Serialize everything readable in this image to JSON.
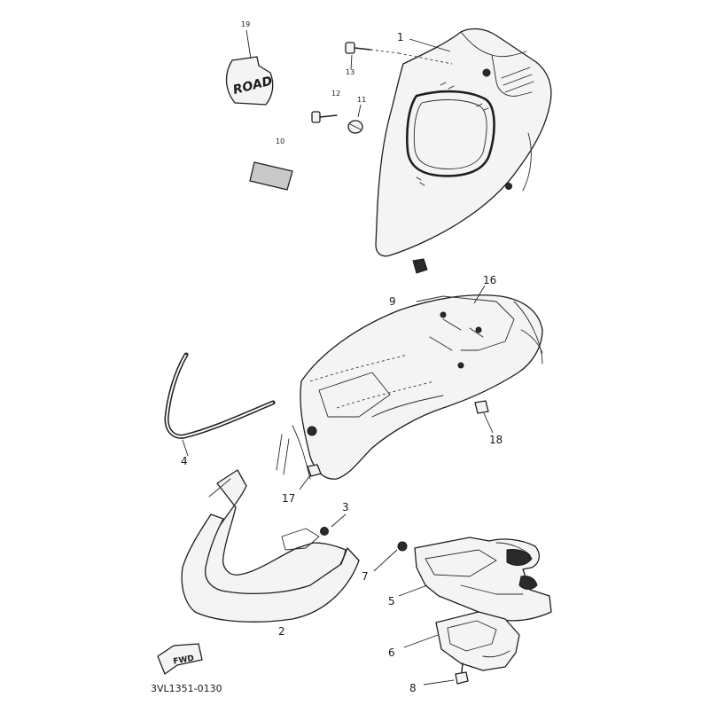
{
  "diagram": {
    "part_code": "3VL1351-0130",
    "decal_text": "ROAD",
    "arrow_text": "FWD",
    "callouts": [
      {
        "id": "c1",
        "text": "1"
      },
      {
        "id": "c2",
        "text": "2"
      },
      {
        "id": "c3",
        "text": "3"
      },
      {
        "id": "c4",
        "text": "4"
      },
      {
        "id": "c5",
        "text": "5"
      },
      {
        "id": "c6",
        "text": "6"
      },
      {
        "id": "c7",
        "text": "7"
      },
      {
        "id": "c8",
        "text": "8"
      },
      {
        "id": "c9",
        "text": "9"
      },
      {
        "id": "c10",
        "text": "10"
      },
      {
        "id": "c11",
        "text": "11"
      },
      {
        "id": "c12",
        "text": "12"
      },
      {
        "id": "c13",
        "text": "13"
      },
      {
        "id": "c16",
        "text": "16"
      },
      {
        "id": "c17",
        "text": "17"
      },
      {
        "id": "c18",
        "text": "18"
      },
      {
        "id": "c19",
        "text": "19"
      }
    ]
  }
}
